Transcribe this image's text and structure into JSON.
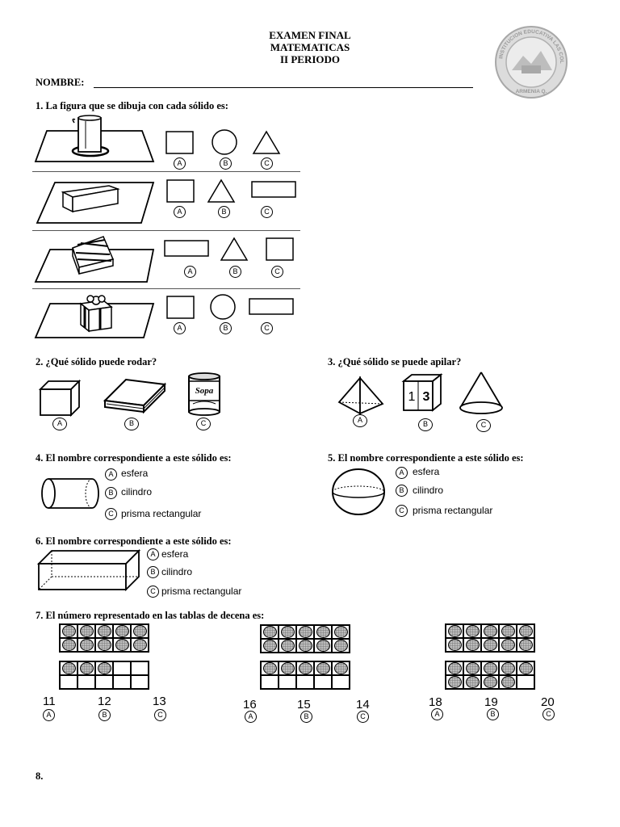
{
  "header": {
    "title": "EXAMEN FINAL",
    "subject": "MATEMATICAS",
    "period": "II PERIODO",
    "name_label": "NOMBRE:"
  },
  "seal": {
    "text": "INSTITUCION EDUCATIVA LAS COLINAS",
    "city": "ARMENIA Q."
  },
  "q1": {
    "text": "1. La figura que se dibuja con cada sólido es:",
    "rows": [
      {
        "solid": "cup-icon",
        "shapes": [
          "square",
          "circle",
          "triangle"
        ],
        "options": [
          "A",
          "B",
          "C"
        ]
      },
      {
        "solid": "block-icon",
        "shapes": [
          "square",
          "triangle",
          "rectangle"
        ],
        "options": [
          "A",
          "B",
          "C"
        ]
      },
      {
        "solid": "cake-icon",
        "shapes": [
          "rectangle",
          "triangle",
          "square"
        ],
        "options": [
          "A",
          "B",
          "C"
        ]
      },
      {
        "solid": "gift-icon",
        "shapes": [
          "square",
          "circle",
          "rectangle"
        ],
        "options": [
          "A",
          "B",
          "C"
        ]
      }
    ]
  },
  "q2": {
    "text": "2.  ¿Qué sólido puede rodar?",
    "options": [
      "A",
      "B",
      "C"
    ],
    "can_label": "Sopa"
  },
  "q3": {
    "text": "3. ¿Qué sólido se puede apilar?",
    "options": [
      "A",
      "B",
      "C"
    ],
    "dice_numbers": [
      "1",
      "3"
    ]
  },
  "q4": {
    "text": "4. El nombre correspondiente a este sólido es:",
    "options": [
      {
        "letter": "A",
        "label": "esfera"
      },
      {
        "letter": "B",
        "label": "cilindro"
      },
      {
        "letter": "C",
        "label": "prisma rectangular"
      }
    ]
  },
  "q5": {
    "text": "5. El nombre correspondiente a este sólido es:",
    "options": [
      {
        "letter": "A",
        "label": "esfera"
      },
      {
        "letter": "B",
        "label": "cilindro"
      },
      {
        "letter": "C",
        "label": "prisma rectangular"
      }
    ]
  },
  "q6": {
    "text": "6. El nombre correspondiente a este sólido es:",
    "options": [
      {
        "letter": "A",
        "label": "esfera"
      },
      {
        "letter": "B",
        "label": "cilindro"
      },
      {
        "letter": "C",
        "label": "prisma rectangular"
      }
    ]
  },
  "q7": {
    "text": "7.  El número representado en las tablas de decena es:",
    "groups": [
      {
        "filled_second": 3,
        "answers": [
          {
            "num": "11",
            "letter": "A"
          },
          {
            "num": "12",
            "letter": "B"
          },
          {
            "num": "13",
            "letter": "C"
          }
        ]
      },
      {
        "filled_second": 5,
        "answers": [
          {
            "num": "16",
            "letter": "A"
          },
          {
            "num": "15",
            "letter": "B"
          },
          {
            "num": "14",
            "letter": "C"
          }
        ]
      },
      {
        "filled_second": 9,
        "answers": [
          {
            "num": "18",
            "letter": "A"
          },
          {
            "num": "19",
            "letter": "B"
          },
          {
            "num": "20",
            "letter": "C"
          }
        ]
      }
    ]
  },
  "q8": {
    "text": "8."
  }
}
